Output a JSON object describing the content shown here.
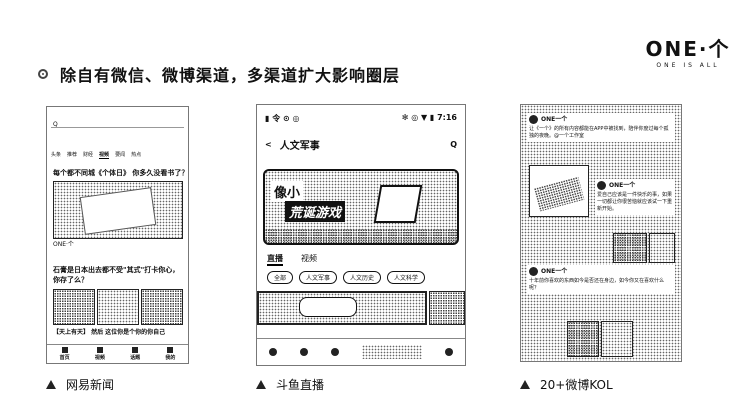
{
  "logo": {
    "main": "ONE·个",
    "sub": "ONE IS ALL"
  },
  "headline": "除自有微信、微博渠道，多渠道扩大影响圈层",
  "captions": [
    "网易新闻",
    "斗鱼直播",
    "20+微博KOL"
  ],
  "phone1": {
    "search_hint": "Q",
    "nav": [
      "头条",
      "推荐",
      "财经",
      "视频",
      "要闻",
      "热点"
    ],
    "nav_active": 3,
    "article1_title": "每个都不同城《个体日》 你多久没看书了？",
    "article1_meta": "ONE·个",
    "article2_title": "石膏是日本出去都不受\"其式\"打卡你心，你存了么？",
    "article3_title": "【天上有天】 然后 这位你是个你的你自己",
    "tabs": [
      "首页",
      "视频",
      "话题",
      "我的"
    ]
  },
  "phone2": {
    "status_left": "▮ 令 ⊙ ◎",
    "status_right": "✻ ◎ ▼ ▮ 7:16",
    "back": "<",
    "title": "人文军事",
    "search": "Q",
    "banner_line1": "像小",
    "banner_line2": "荒诞游戏",
    "tabs": [
      "直播",
      "视频"
    ],
    "pills": [
      "全部",
      "人文军事",
      "人文历史",
      "人文科学"
    ]
  },
  "phone3": {
    "post1_name": "ONE一个",
    "post1_text": "让《一个》的所有内容都能在APP中被找到，陪伴你度过每个孤独的夜晚。@一个工作室",
    "post2_name": "ONE一个",
    "post2_text": "爱自己应该是一件快乐的事，如果一切都让你很苦恼就应该试一下重新开始。",
    "post3_name": "ONE一个",
    "post3_text": "十年前你喜欢的东西如今是否还在身边，如今你又在喜欢什么呢？"
  }
}
